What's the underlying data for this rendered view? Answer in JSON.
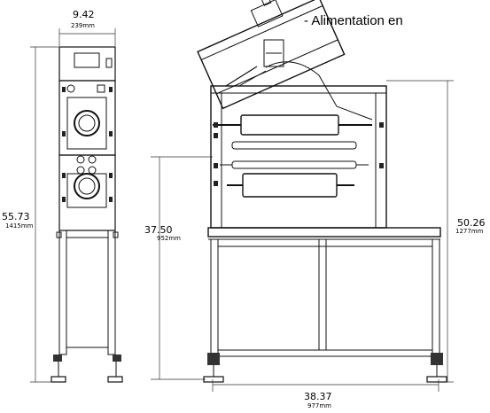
{
  "callout": {
    "text": "- Alimentation en"
  },
  "dimensions": {
    "front_width": {
      "imperial": "9.42",
      "metric": "239mm"
    },
    "front_height": {
      "imperial": "55.73",
      "metric": "1415mm"
    },
    "table_height": {
      "imperial": "37.50",
      "metric": "952mm"
    },
    "side_height": {
      "imperial": "50.26",
      "metric": "1277mm"
    },
    "side_width": {
      "imperial": "38.37",
      "metric": "977mm"
    }
  }
}
